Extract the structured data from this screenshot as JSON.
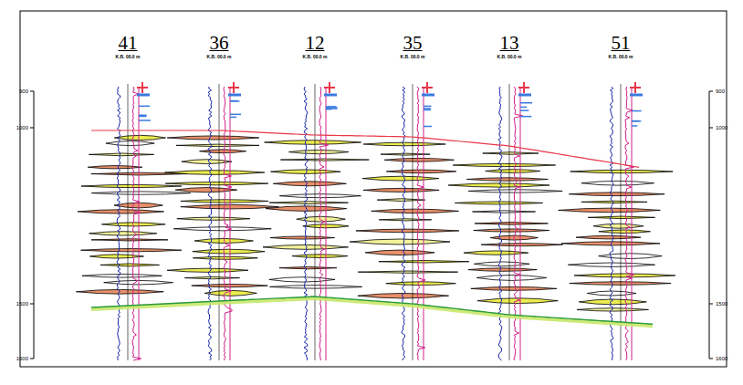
{
  "diagram": {
    "labels": [
      "41",
      "36",
      "12",
      "35",
      "13",
      "51",
      "K.B. 00.0 m",
      "K.B. 00.0 m",
      "K.B. 00.0 m",
      "K.B. 00.0 m",
      "K.B. 00.0 m",
      "K.B. 00.0 m",
      "900",
      "1000",
      "1500",
      "1600",
      "900",
      "1000",
      "1500",
      "1600"
    ]
  }
}
